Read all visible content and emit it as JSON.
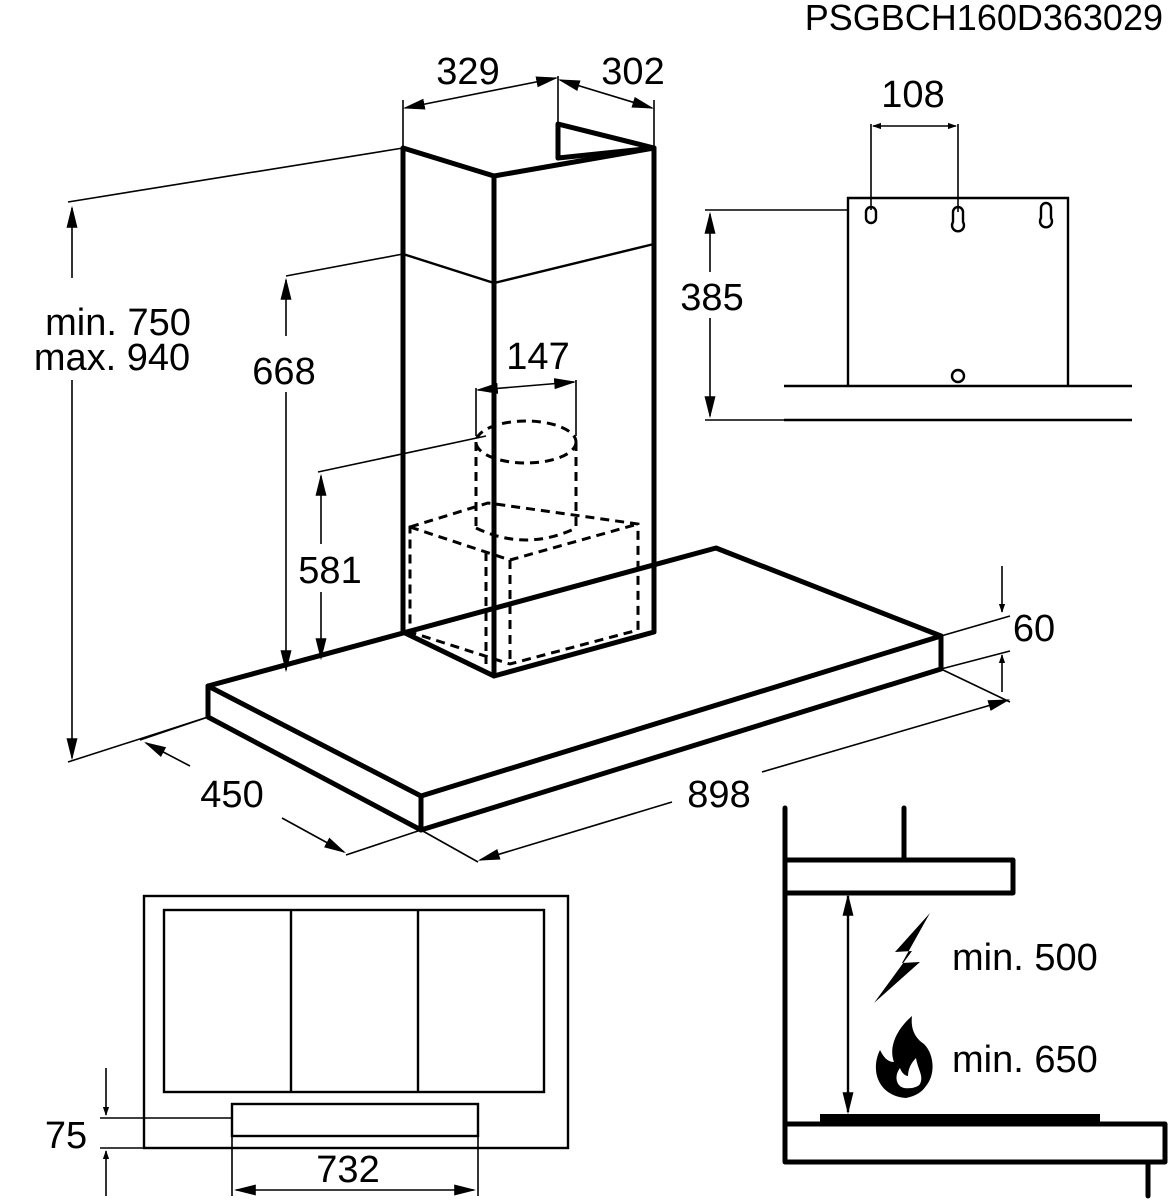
{
  "model_code": "PSGBCH160D363029",
  "dims": {
    "chimney_width": "329",
    "chimney_depth": "302",
    "bracket_spacing": "108",
    "bracket_height": "385",
    "height_range_min": "min. 750",
    "height_range_max": "max. 940",
    "chimney_height": "668",
    "outlet_height": "581",
    "outlet_diameter": "147",
    "canopy_thickness": "60",
    "canopy_depth": "450",
    "canopy_width": "898",
    "front_offset": "75",
    "filter_width": "732",
    "clearance_electric": "min. 500",
    "clearance_gas": "min. 650"
  },
  "icons": {
    "electric": "lightning-icon",
    "gas": "flame-icon"
  }
}
